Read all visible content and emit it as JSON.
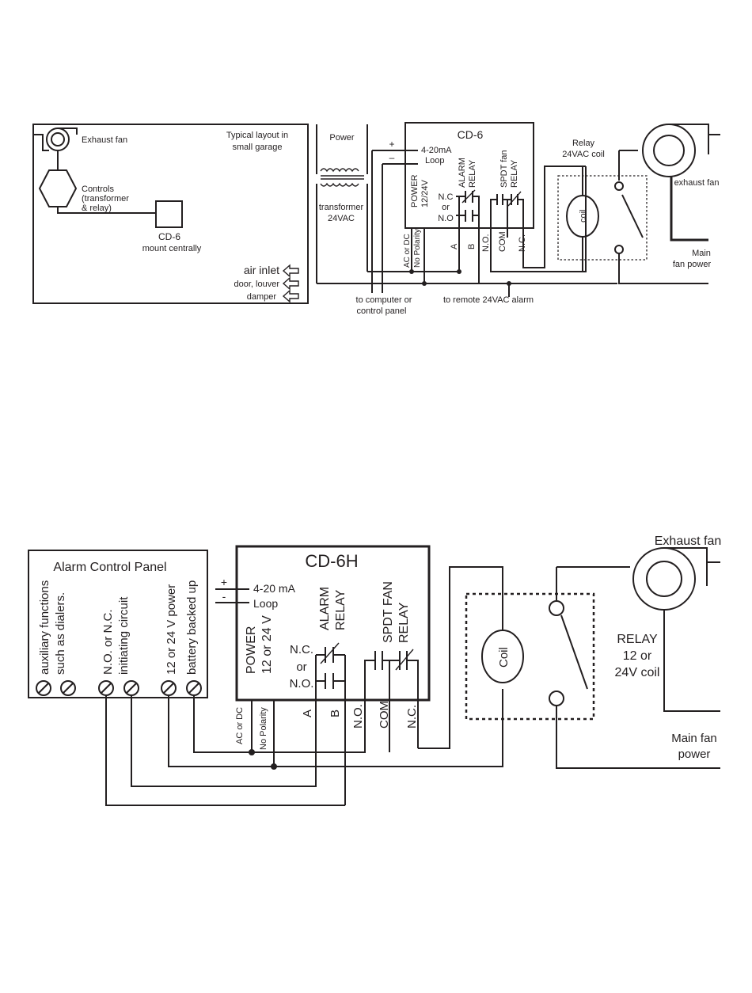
{
  "garage_layout": {
    "title_line1": "Typical layout in",
    "title_line2": "small garage",
    "exhaust_fan": "Exhaust fan",
    "controls_line1": "Controls",
    "controls_line2": "(transformer",
    "controls_line3": "& relay)",
    "sensor": "CD-6",
    "sensor_note": "mount centrally",
    "inlet_title": "air inlet",
    "inlet_line2": "door, louver",
    "inlet_line3": "damper"
  },
  "wiring_top": {
    "power": "Power",
    "transformer_line1": "transformer",
    "transformer_line2": "24VAC",
    "plus": "+",
    "minus": "–",
    "loop_line1": "4-20mA",
    "loop_line2": "Loop",
    "device": "CD-6",
    "power_term_line1": "POWER",
    "power_term_line2": "12/24V",
    "alarm_relay_line1": "ALARM",
    "alarm_relay_line2": "RELAY",
    "fan_relay_line1": "SPDT fan",
    "fan_relay_line2": "RELAY",
    "nc": "N.C",
    "or": "or",
    "no": "N.O",
    "term_acdc": "AC or DC",
    "term_nopol": "No Polarity",
    "term_a": "A",
    "term_b": "B",
    "term_no": "N.O.",
    "term_com": "COM",
    "term_nc": "N.C.",
    "relay_line1": "Relay",
    "relay_line2": "24VAC coil",
    "coil": "coil",
    "exhaust_fan": "exhaust fan",
    "main_line1": "Main",
    "main_line2": "fan power",
    "to_computer_line1": "to computer or",
    "to_computer_line2": "control panel",
    "to_alarm": "to remote 24VAC alarm"
  },
  "wiring_bottom": {
    "panel_title": "Alarm Control Panel",
    "aux_line1": "auxiliary functions",
    "aux_line2": "such as dialers.",
    "init_line1": "N.O. or N.C.",
    "init_line2": "initiating circuit",
    "pwr_line1": "12 or 24 V power",
    "pwr_line2": "battery backed up",
    "device": "CD-6H",
    "plus": "+",
    "minus": "-",
    "loop_line1": "4-20 mA",
    "loop_line2": "Loop",
    "power_term_line1": "POWER",
    "power_term_line2": "12 or 24 V",
    "alarm_relay_line1": "ALARM",
    "alarm_relay_line2": "RELAY",
    "fan_relay_line1": "SPDT FAN",
    "fan_relay_line2": "RELAY",
    "nc": "N.C.",
    "or": "or",
    "no": "N.O.",
    "term_acdc": "AC or DC",
    "term_nopol": "No Polarity",
    "term_a": "A",
    "term_b": "B",
    "term_no": "N.O.",
    "term_com": "COM",
    "term_nc": "N.C.",
    "coil": "Coil",
    "relay_line1": "RELAY",
    "relay_line2": "12 or",
    "relay_line3": "24V coil",
    "exhaust_fan": "Exhaust fan",
    "main_line1": "Main fan",
    "main_line2": "power"
  }
}
